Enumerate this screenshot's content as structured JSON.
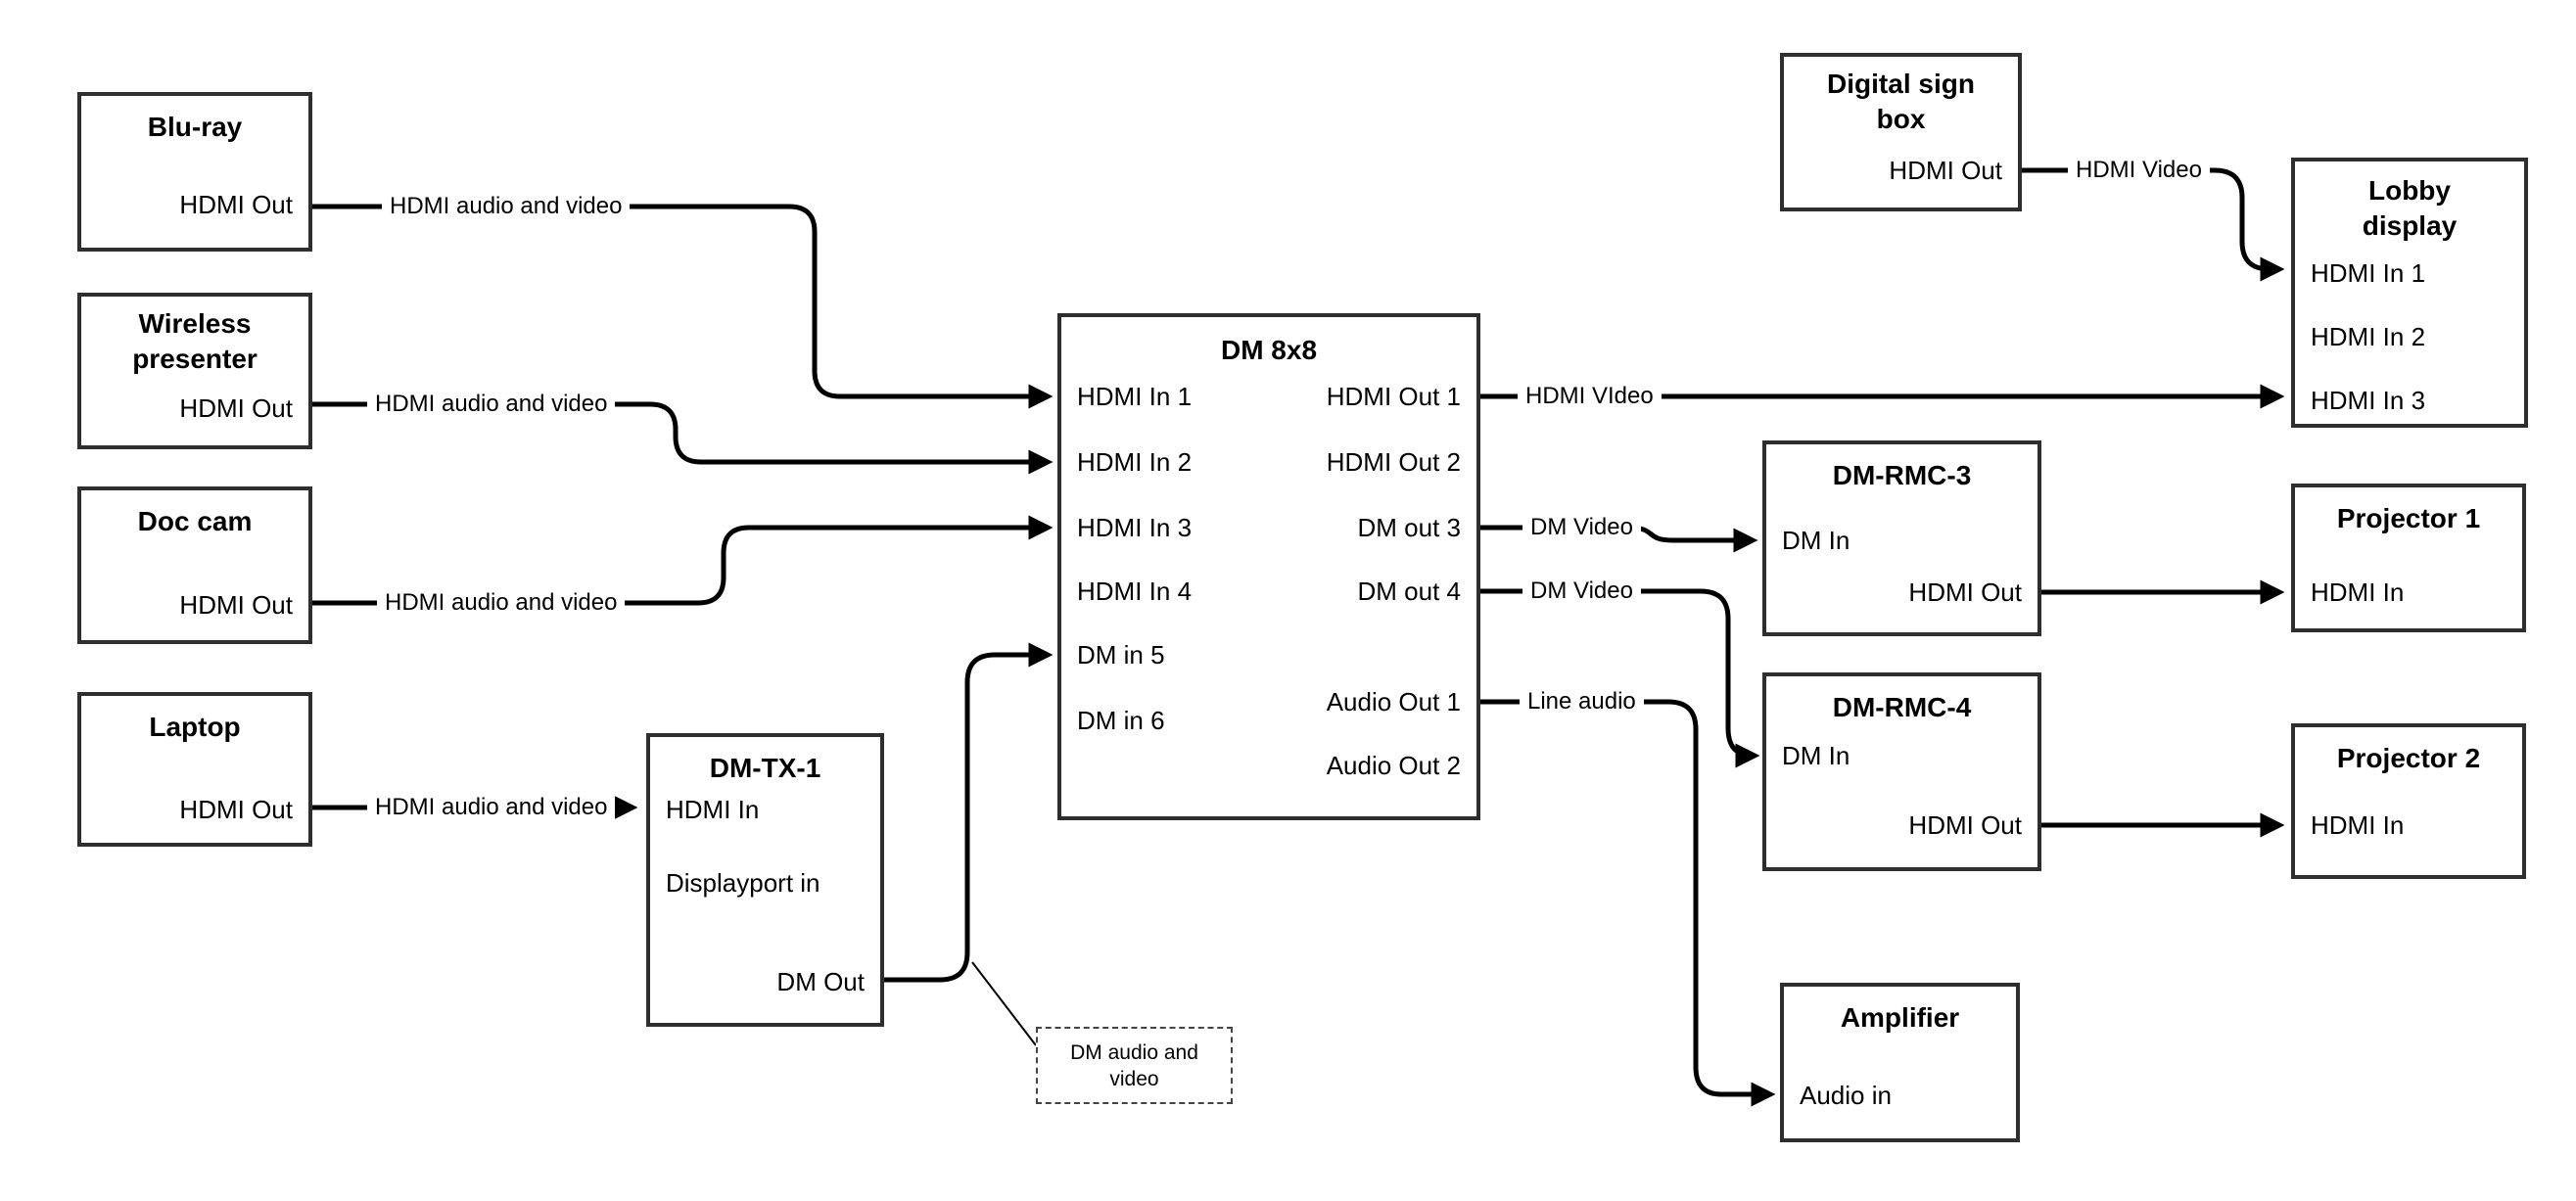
{
  "diagram": {
    "background": "#ffffff",
    "line_color": "#000000",
    "box_border_color": "#2e2e2e",
    "nodes": {
      "blu_ray": {
        "title": "Blu-ray",
        "ports": {
          "hdmi_out": "HDMI Out"
        }
      },
      "wireless_presenter": {
        "title": "Wireless presenter",
        "ports": {
          "hdmi_out": "HDMI Out"
        }
      },
      "doc_cam": {
        "title": "Doc cam",
        "ports": {
          "hdmi_out": "HDMI Out"
        }
      },
      "laptop": {
        "title": "Laptop",
        "ports": {
          "hdmi_out": "HDMI Out"
        }
      },
      "dm_tx_1": {
        "title": "DM-TX-1",
        "ports": {
          "hdmi_in": "HDMI In",
          "displayport_in": "Displayport in",
          "dm_out": "DM Out"
        }
      },
      "dm_8x8": {
        "title": "DM 8x8",
        "ports": {
          "hdmi_in_1": "HDMI In 1",
          "hdmi_in_2": "HDMI In 2",
          "hdmi_in_3": "HDMI In 3",
          "hdmi_in_4": "HDMI In 4",
          "dm_in_5": "DM in 5",
          "dm_in_6": "DM in 6",
          "hdmi_out_1": "HDMI Out 1",
          "hdmi_out_2": "HDMI Out 2",
          "dm_out_3": "DM out 3",
          "dm_out_4": "DM out 4",
          "audio_out_1": "Audio Out 1",
          "audio_out_2": "Audio Out 2"
        }
      },
      "digital_sign_box": {
        "title": "Digital sign box",
        "ports": {
          "hdmi_out": "HDMI Out"
        }
      },
      "lobby_display": {
        "title": "Lobby display",
        "ports": {
          "hdmi_in_1": "HDMI In 1",
          "hdmi_in_2": "HDMI In 2",
          "hdmi_in_3": "HDMI In 3"
        }
      },
      "dm_rmc_3": {
        "title": "DM-RMC-3",
        "ports": {
          "dm_in": "DM In",
          "hdmi_out": "HDMI Out"
        }
      },
      "projector_1": {
        "title": "Projector 1",
        "ports": {
          "hdmi_in": "HDMI In"
        }
      },
      "dm_rmc_4": {
        "title": "DM-RMC-4",
        "ports": {
          "dm_in": "DM In",
          "hdmi_out": "HDMI Out"
        }
      },
      "projector_2": {
        "title": "Projector 2",
        "ports": {
          "hdmi_in": "HDMI In"
        }
      },
      "amplifier": {
        "title": "Amplifier",
        "ports": {
          "audio_in": "Audio in"
        }
      }
    },
    "connections": {
      "blu_ray_to_dm8x8": {
        "label": "HDMI audio and video"
      },
      "wireless_to_dm8x8": {
        "label": "HDMI audio and video"
      },
      "doc_cam_to_dm8x8": {
        "label": "HDMI audio and video"
      },
      "laptop_to_dm_tx_1": {
        "label": "HDMI audio and video"
      },
      "hdmi_out_1_to_lobby": {
        "label": "HDMI VIdeo"
      },
      "dm_out_3_to_dm_rmc_3": {
        "label": "DM Video"
      },
      "dm_out_4_to_dm_rmc_4": {
        "label": "DM Video"
      },
      "audio_out_1_to_amplifier": {
        "label": "Line audio"
      },
      "digital_sign_to_lobby": {
        "label": "HDMI Video"
      }
    },
    "note": {
      "text": "DM audio and video"
    }
  }
}
